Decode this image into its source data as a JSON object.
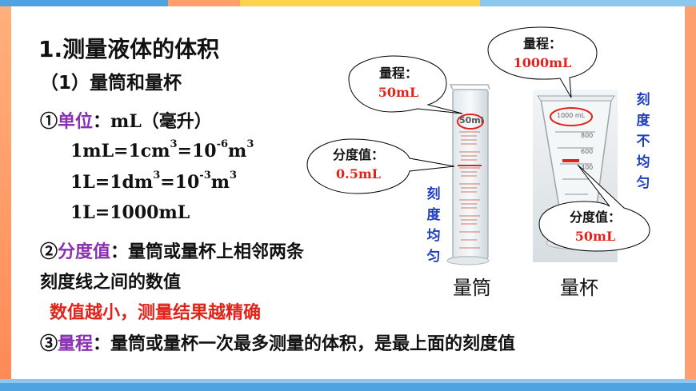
{
  "title": "1.测量液体的体积",
  "subtitle": "（1）量筒和量杯",
  "unit": {
    "marker": "①",
    "label": "单位",
    "colon": "：",
    "value": "mL（毫升）",
    "eq1": {
      "a": "1mL=1cm",
      "e1": "3",
      "b": "=10",
      "e2": "-6",
      "c": "m",
      "e3": "3"
    },
    "eq2": {
      "a": "1L=1dm",
      "e1": "3",
      "b": "=10",
      "e2": "-3",
      "c": "m",
      "e3": "3"
    },
    "eq3": "1L=1000mL"
  },
  "division": {
    "marker": "②",
    "label": "分度值",
    "colon": "：",
    "text1": "量筒或量杯上相邻两条",
    "text2": "刻度线之间的数值",
    "note": "数值越小，测量结果越精确"
  },
  "range": {
    "marker": "③",
    "label": "量程",
    "colon": "：",
    "text": "量筒或量杯一次最多测量的体积，是最上面的刻度值"
  },
  "cylinder": {
    "range_label": "量程：",
    "range_value": "50mL",
    "div_label": "分度值：",
    "div_value": "0.5mL",
    "vertical": [
      "刻",
      "度",
      "均",
      "匀"
    ],
    "caption": "量筒",
    "mark": "50ml"
  },
  "beaker": {
    "range_label": "量程：",
    "range_value": "1000mL",
    "div_label": "分度值：",
    "div_value": "50mL",
    "vertical": [
      "刻",
      "度",
      "不",
      "均",
      "匀"
    ],
    "caption": "量杯",
    "mark": "1000 mL",
    "ticks": [
      "800",
      "600",
      "400"
    ]
  },
  "colors": {
    "purple": "#8b2fb3",
    "red": "#e0241c",
    "blue": "#1f3fbf"
  }
}
